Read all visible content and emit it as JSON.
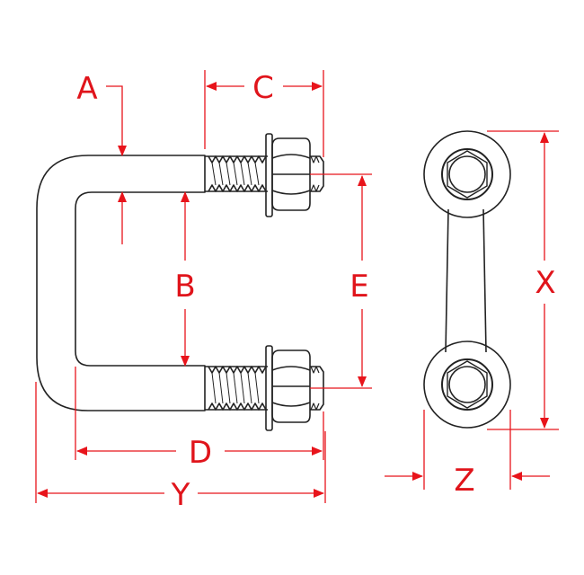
{
  "colors": {
    "outline": "#222222",
    "dimension": "#e8141b",
    "dimension_text": "#e0141b",
    "background": "#ffffff"
  },
  "labels": {
    "a": "A",
    "b": "B",
    "c": "C",
    "d": "D",
    "e": "E",
    "x": "X",
    "y": "Y",
    "z": "Z"
  }
}
